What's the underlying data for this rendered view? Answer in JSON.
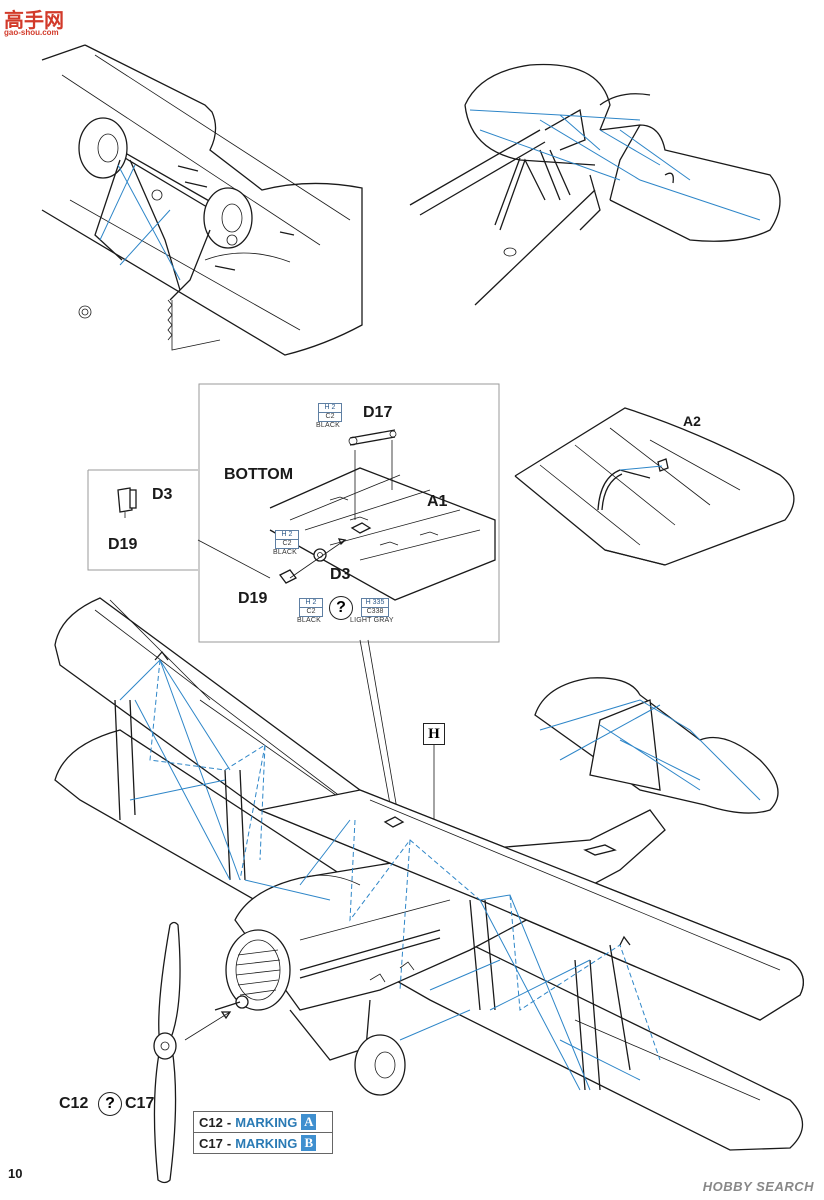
{
  "watermark": {
    "cn_text": "高手网",
    "url": "gao-shou.com",
    "hobby": "HOBBY SEARCH"
  },
  "page_number": "10",
  "labels": {
    "d17": "D17",
    "bottom": "BOTTOM",
    "a1": "A1",
    "d3_inset": "D3",
    "d19_inset": "D19",
    "d3": "D3",
    "d19": "D19",
    "a2": "A2",
    "h_step": "H",
    "c12": "C12",
    "c17": "C17",
    "q": "?"
  },
  "paints": {
    "d17": {
      "top": "H 2",
      "bottom": "C2",
      "caption": "BLACK"
    },
    "d3": {
      "top": "H 2",
      "bottom": "C2",
      "caption": "BLACK"
    },
    "d19": {
      "top": "H 2",
      "bottom": "C2",
      "caption": "BLACK"
    },
    "alt": {
      "top": "H 335",
      "bottom": "C338",
      "caption": "LIGHT GRAY"
    }
  },
  "markings": [
    {
      "code": "C12",
      "dash": "-",
      "label": "MARKING",
      "letter": "A"
    },
    {
      "code": "C17",
      "dash": "-",
      "label": "MARKING",
      "letter": "B"
    }
  ],
  "colors": {
    "rigging": "#2e86c8",
    "line": "#1a1a1a",
    "marking_accent": "#3f8fcf"
  }
}
